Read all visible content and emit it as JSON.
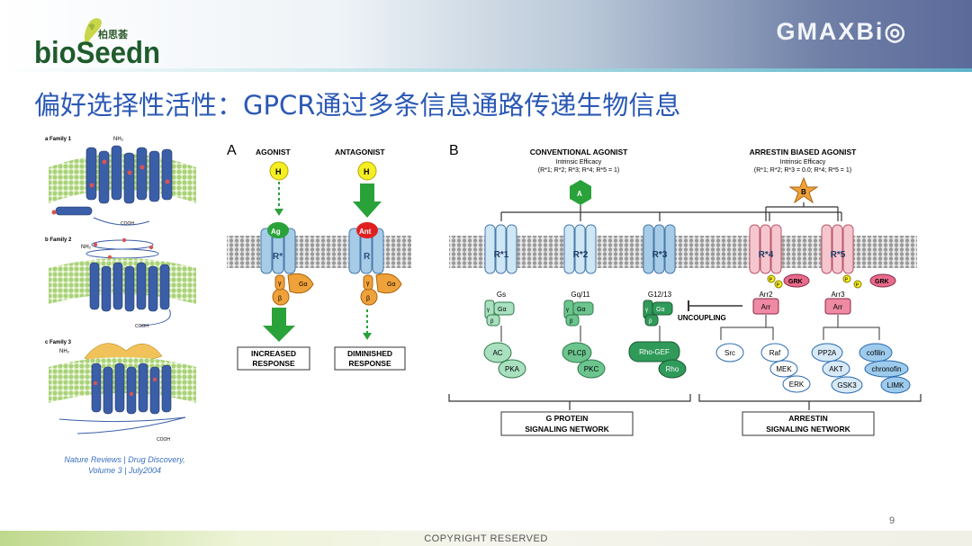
{
  "header": {
    "logo_left_text": "bioSeedn",
    "logo_left_cn": "柏思荟",
    "logo_right_text": "GMAXBi◎"
  },
  "slide": {
    "title": "偏好选择性活性：GPCR通过多条信息通路传递生物信息",
    "credit_line1": "Nature Reviews | Drug Discovery,",
    "credit_line2": "Volume 3 | July2004",
    "page_number": "9",
    "footer": "COPYRIGHT  RESERVED"
  },
  "families": {
    "a": "a  Family 1",
    "b": "b  Family 2",
    "c": "c  Family 3",
    "nh2": "NH₂",
    "cooh": "COOH"
  },
  "panel_a": {
    "letter": "A",
    "agonist": "AGONIST",
    "antagonist": "ANTAGONIST",
    "h": "H",
    "ag": "Ag",
    "ant": "Ant",
    "r_star": "R*",
    "r": "R",
    "galpha": "Gα",
    "gamma": "γ",
    "beta": "β",
    "increased_1": "INCREASED",
    "increased_2": "RESPONSE",
    "diminished_1": "DIMINISHED",
    "diminished_2": "RESPONSE"
  },
  "panel_b": {
    "letter": "B",
    "conv_title": "CONVENTIONAL AGONIST",
    "conv_sub1": "Intrinsic Efficacy",
    "conv_sub2": "(R*1; R*2; R*3; R*4; R*5 = 1)",
    "arr_title": "ARRESTIN BIASED AGONIST",
    "arr_sub1": "Intrinsic Efficacy",
    "arr_sub2": "(R*1; R*2; R*3 = 0.0; R*4; R*5 = 1)",
    "ligand_a": "A",
    "ligand_b": "B",
    "receptors": [
      "R*1",
      "R*2",
      "R*3",
      "R*4",
      "R*5"
    ],
    "g_labels": [
      "Gs",
      "Gq/11",
      "G12/13"
    ],
    "arr_labels": [
      "Arr2",
      "Arr3"
    ],
    "arr": "Arr",
    "grk": "GRK",
    "p": "P",
    "uncoupling": "UNCOUPLING",
    "effectors_gs": [
      "AC",
      "PKA"
    ],
    "effectors_gq": [
      "PLCβ",
      "PKC"
    ],
    "effectors_g12": [
      "Rho-GEF",
      "Rho"
    ],
    "arr_effectors_1": [
      "Src",
      "Raf",
      "MEK",
      "ERK"
    ],
    "arr_effectors_2": [
      "PP2A",
      "AKT",
      "GSK3"
    ],
    "arr_effectors_3": [
      "cofilin",
      "chronofin",
      "LIMK"
    ],
    "gprot_net_1": "G PROTEIN",
    "gprot_net_2": "SIGNALING NETWORK",
    "arr_net_1": "ARRESTIN",
    "arr_net_2": "SIGNALING NETWORK"
  }
}
